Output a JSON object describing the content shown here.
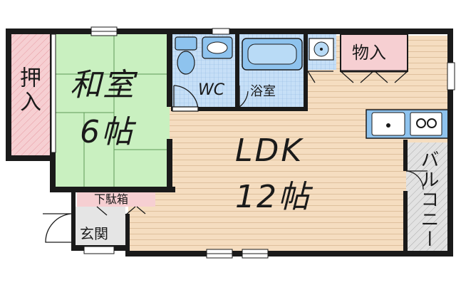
{
  "floor_plan": {
    "rooms": {
      "washitsu": {
        "label": "和室",
        "size": "6帖"
      },
      "ldk": {
        "label": "LDK",
        "size": "12帖"
      },
      "oshiire": {
        "label": "押入"
      },
      "wc": {
        "label": "WC"
      },
      "bath": {
        "label": "浴室"
      },
      "storage": {
        "label": "物入"
      },
      "balcony": {
        "label": "バルコニー"
      },
      "shoe_box": {
        "label": "下駄箱"
      },
      "entrance": {
        "label": "玄関"
      }
    },
    "colors": {
      "wall": "#1a1a1a",
      "tatami": "#c9f0c0",
      "oshiire": "#f6cfd2",
      "wood_floor": "#f5ddc0",
      "wet_area": "#c6dff7",
      "fixture": "#8ec3ee",
      "balcony": "#dcdcdc"
    }
  }
}
